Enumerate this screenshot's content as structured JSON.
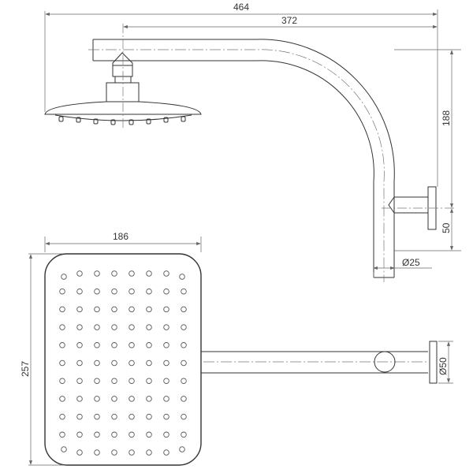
{
  "drawing": {
    "subject": "Rain shower head with gooseneck wall arm",
    "line_color": "#333333",
    "dim_color": "#555555",
    "units": "mm"
  },
  "side_view": {
    "dimensions": {
      "overall_projection": "464",
      "arm_centre_projection": "372",
      "arm_height": "188",
      "wall_flange_offset": "50",
      "arm_diameter": "Ø25"
    }
  },
  "plan_view": {
    "dimensions": {
      "head_width": "186",
      "head_length": "257",
      "flange_diameter": "Ø50"
    },
    "nozzle_grid": {
      "columns": 8,
      "rows": 11
    }
  }
}
